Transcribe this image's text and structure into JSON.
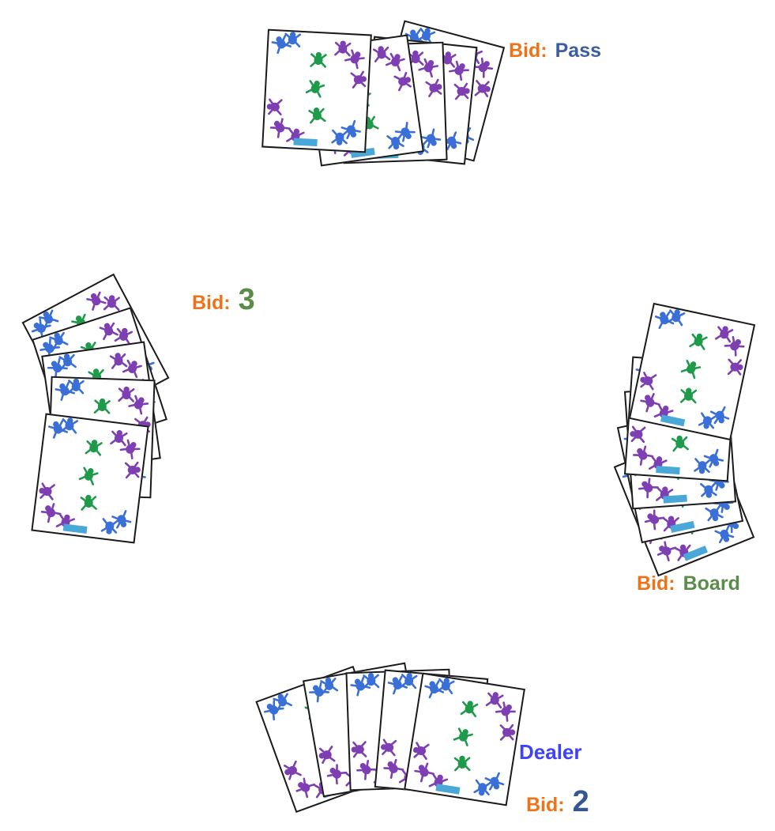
{
  "colors": {
    "bid_label": "#f07218",
    "pass": "#3d5e9e",
    "number_green": "#5b8c4a",
    "board": "#5b8c4a",
    "number_blue": "#355692",
    "dealer": "#3f42f5",
    "card_blue": "#3a6fd8",
    "card_green": "#1f9a4a",
    "card_purple": "#7e3fb3",
    "card_tag": "#4aa8d8"
  },
  "card_back": {
    "pattern": "frog-border-icon",
    "centre_figure": "frog-icon"
  },
  "players": {
    "north": {
      "bid_label": "Bid:",
      "bid_value": "Pass",
      "card_count": 5
    },
    "west": {
      "bid_label": "Bid:",
      "bid_value": "3",
      "card_count": 5
    },
    "east": {
      "bid_label": "Bid:",
      "bid_value": "Board",
      "card_count": 5
    },
    "south": {
      "dealer_label": "Dealer",
      "bid_label": "Bid:",
      "bid_value": "2",
      "card_count": 5
    }
  }
}
